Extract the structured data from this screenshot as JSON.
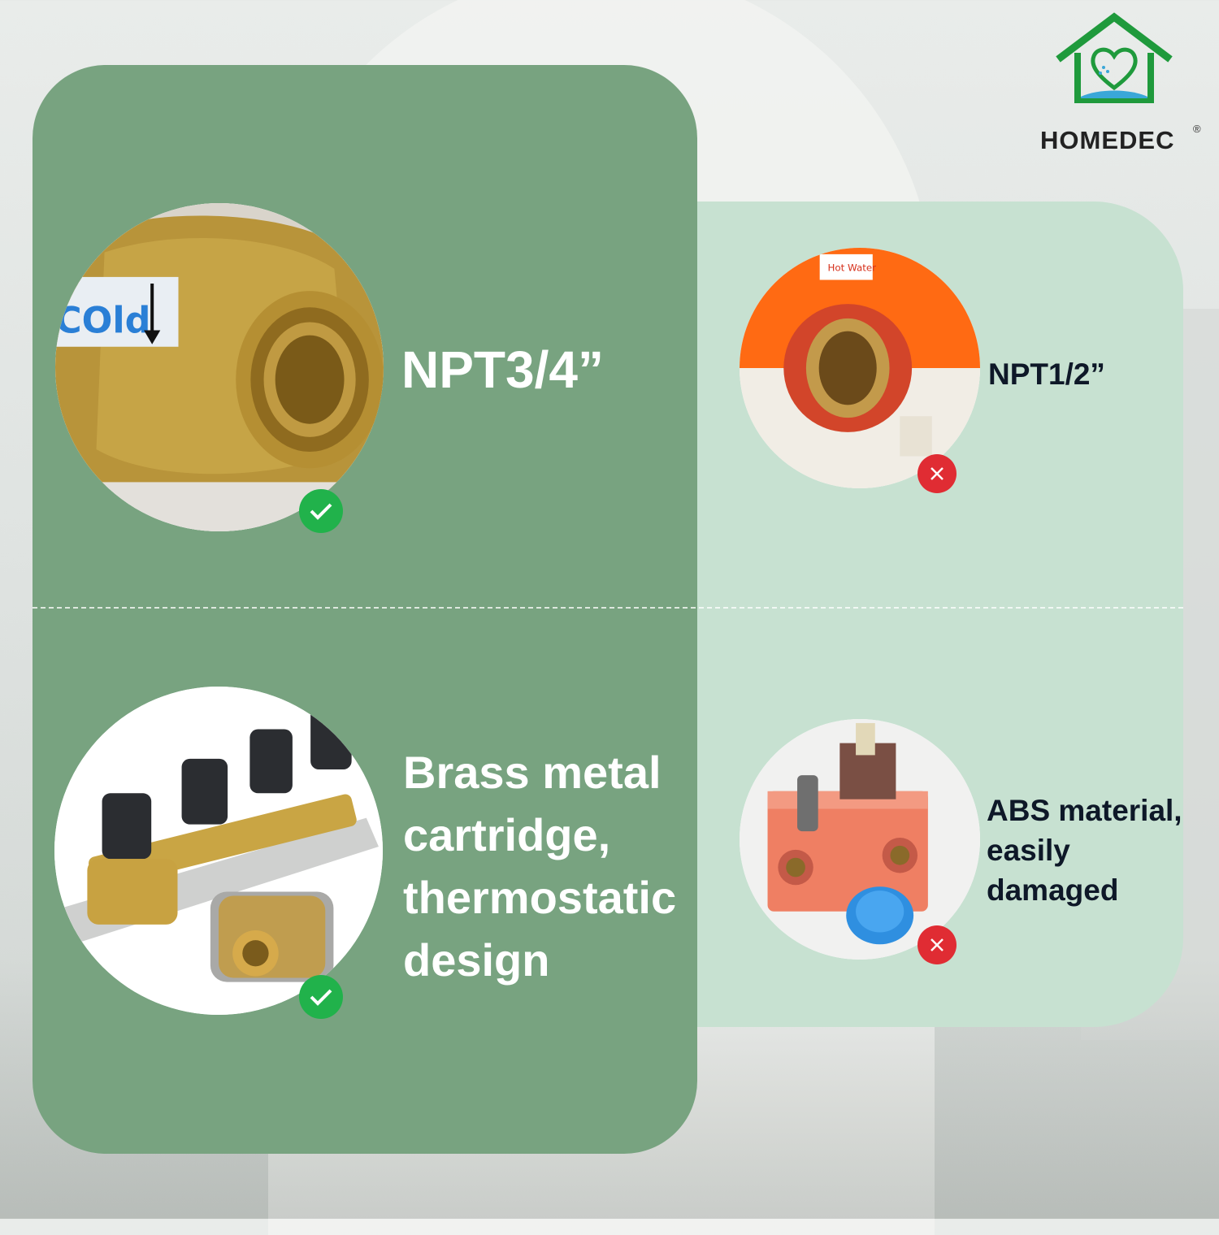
{
  "brand": {
    "name": "HOMEDEC",
    "registered_mark": "®",
    "colors": {
      "house": "#1f9a3c",
      "text": "#222222"
    }
  },
  "comparison": {
    "ours": {
      "color": "#78a380",
      "rows": [
        {
          "text": "NPT3/4”",
          "photo_label": "COld",
          "status": "check-icon"
        },
        {
          "lines": [
            "Brass metal",
            "cartridge,",
            "thermostatic",
            "design"
          ],
          "status": "check-icon"
        }
      ]
    },
    "others": {
      "color": "#c7e1d1",
      "rows": [
        {
          "text": "NPT1/2”",
          "photo_label": "Hot Water",
          "status": "cross-icon"
        },
        {
          "lines": [
            "ABS material,",
            "easily",
            "damaged"
          ],
          "status": "cross-icon"
        }
      ]
    }
  },
  "status_colors": {
    "check": "#21b24b",
    "cross": "#e02c33"
  }
}
